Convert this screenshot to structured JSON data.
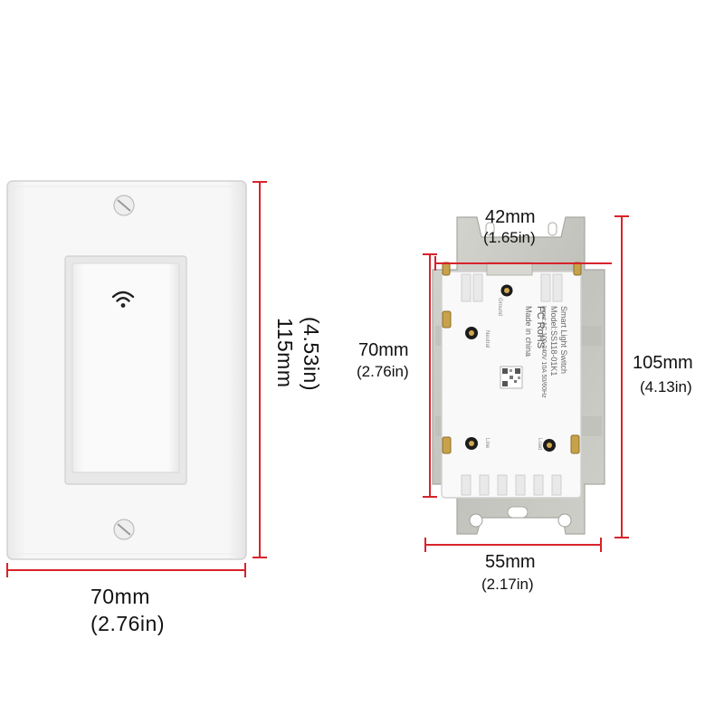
{
  "front_view": {
    "width_mm": "70mm",
    "width_in": "(2.76in)",
    "height_mm": "115mm",
    "height_in": "(4.53in)",
    "button_icon": "wifi-icon"
  },
  "back_view": {
    "top_width_mm": "42mm",
    "top_width_in": "(1.65in)",
    "body_height_mm": "70mm",
    "body_height_in": "(2.76in)",
    "total_height_mm": "105mm",
    "total_height_in": "(4.13in)",
    "bottom_width_mm": "55mm",
    "bottom_width_in": "(2.17in)",
    "product_label": [
      "Smart Light Switch",
      "Model:SS118-01K1",
      "Input:AC 100-240V 10A 50/60Hz"
    ],
    "cert_marks": "FC RoHS",
    "origin": "Made in china",
    "terminal_labels": [
      "Ground",
      "Neutral",
      "Line",
      "Load"
    ]
  },
  "colors": {
    "dimension_line": "#d8232a",
    "plate": "#f4f4f4",
    "switch_body": "#f7f7f7",
    "metal_yoke": "#c9c9c4",
    "screw_brass": "#c8a24a"
  }
}
